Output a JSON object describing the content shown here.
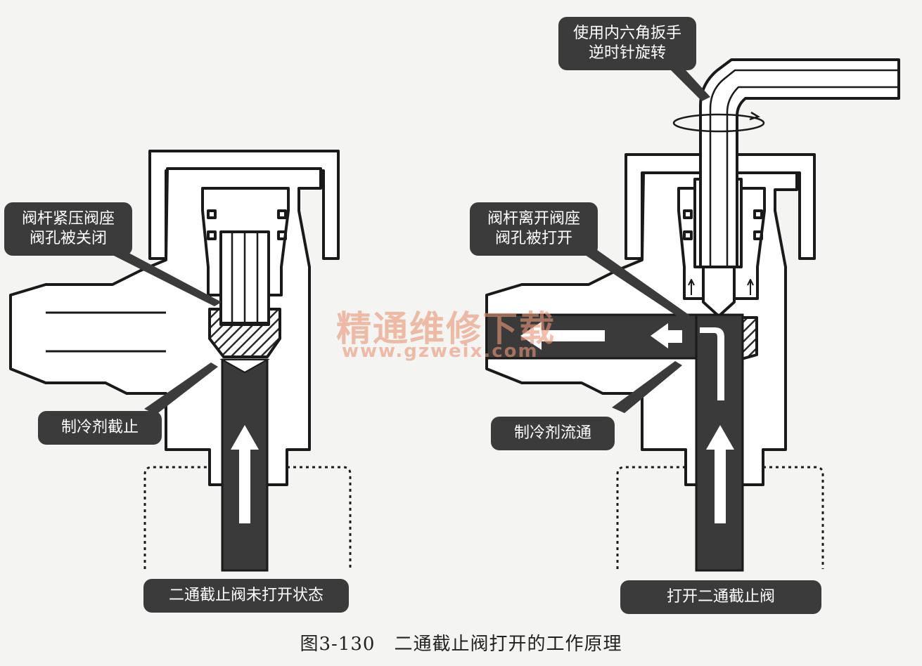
{
  "left_diagram": {
    "callout_closed": {
      "line1": "阀杆紧压阀座",
      "line2": "阀孔被关闭"
    },
    "callout_blocked": "制冷剂截止",
    "state_label": "二通截止阀未打开状态"
  },
  "right_diagram": {
    "callout_wrench": {
      "line1": "使用内六角扳手",
      "line2": "逆时针旋转"
    },
    "callout_open": {
      "line1": "阀杆离开阀座",
      "line2": "阀孔被打开"
    },
    "callout_flow": "制冷剂流通",
    "state_label": "打开二通截止阀"
  },
  "watermark": {
    "title": "精通维修下载",
    "url": "www.gzweix.com"
  },
  "figure_caption": "图3-130　二通截止阀打开的工作原理",
  "colors": {
    "outline": "#1a1a1a",
    "fill_dark": "#3a3a3a",
    "label_bg": "#3b3b3b",
    "watermark": "#e89678"
  }
}
